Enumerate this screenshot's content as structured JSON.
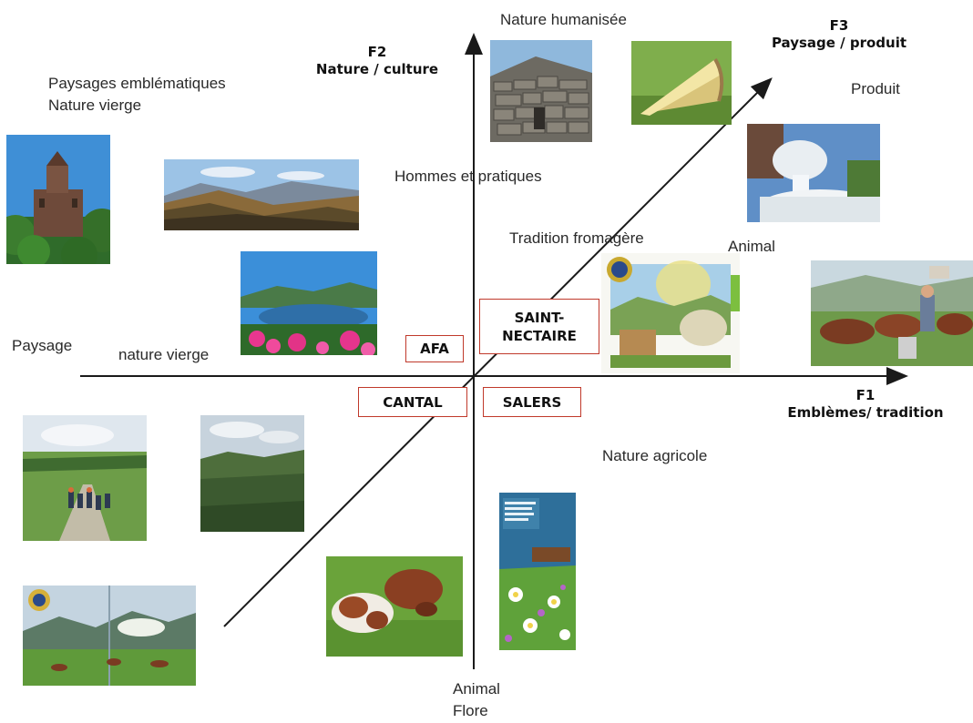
{
  "axes": {
    "f1": {
      "code": "F1",
      "name": "Emblèmes/ tradition"
    },
    "f2": {
      "code": "F2",
      "name": "Nature / culture"
    },
    "f3": {
      "code": "F3",
      "name": "Paysage / produit"
    }
  },
  "labels": {
    "nature_humanisee": "Nature humanisée",
    "paysages_emblematiques": "Paysages emblématiques",
    "nature_vierge_top": "Nature vierge",
    "produit": "Produit",
    "hommes_pratiques": "Hommes et pratiques",
    "tradition_fromagere": "Tradition fromagère",
    "animal_right": "Animal",
    "paysage": "Paysage",
    "nature_vierge_left": "nature vierge",
    "nature_agricole": "Nature agricole",
    "animal_bottom": "Animal",
    "flore": "Flore"
  },
  "boxes": {
    "saint_nectaire": "SAINT-NECTAIRE",
    "afa": "AFA",
    "cantal": "CANTAL",
    "salers": "SALERS"
  },
  "colors": {
    "axis": "#1a1a1a",
    "box_border": "#c0392b"
  }
}
